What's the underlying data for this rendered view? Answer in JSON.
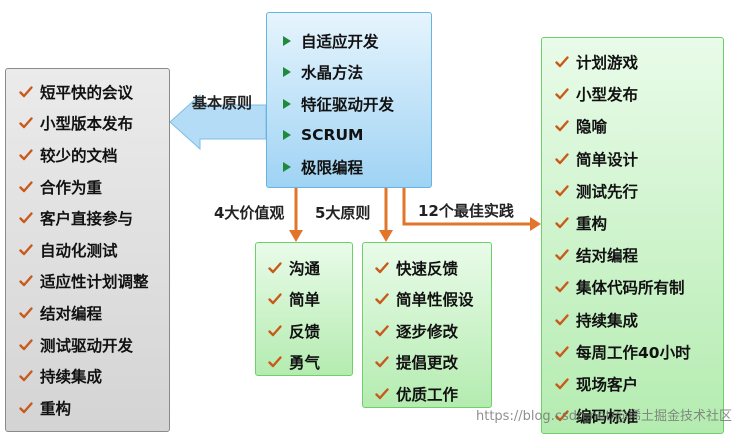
{
  "methods": {
    "items": [
      "自适应开发",
      "水晶方法",
      "特征驱动开发",
      "SCRUM",
      "极限编程"
    ]
  },
  "principles": {
    "items": [
      "短平快的会议",
      "小型版本发布",
      "较少的文档",
      "合作为重",
      "客户直接参与",
      "自动化测试",
      "适应性计划调整",
      "结对编程",
      "测试驱动开发",
      "持续集成",
      "重构"
    ]
  },
  "values": {
    "items": [
      "沟通",
      "简单",
      "反馈",
      "勇气"
    ]
  },
  "five_principles": {
    "items": [
      "快速反馈",
      "简单性假设",
      "逐步修改",
      "提倡更改",
      "优质工作"
    ]
  },
  "practices": {
    "items": [
      "计划游戏",
      "小型发布",
      "隐喻",
      "简单设计",
      "测试先行",
      "重构",
      "结对编程",
      "集体代码所有制",
      "持续集成",
      "每周工作40小时",
      "现场客户",
      "编码标准"
    ]
  },
  "labels": {
    "basic": "基本原则",
    "values": "4大价值观",
    "principles": "5大原则",
    "practices": "12个最佳实践"
  },
  "watermark": "https://blog.csdn.net/@稀土掘金技术社区",
  "colors": {
    "check": "#c85a1a",
    "arrow_orange": "#e0752b",
    "arrow_blue": "#9fd3f4"
  }
}
